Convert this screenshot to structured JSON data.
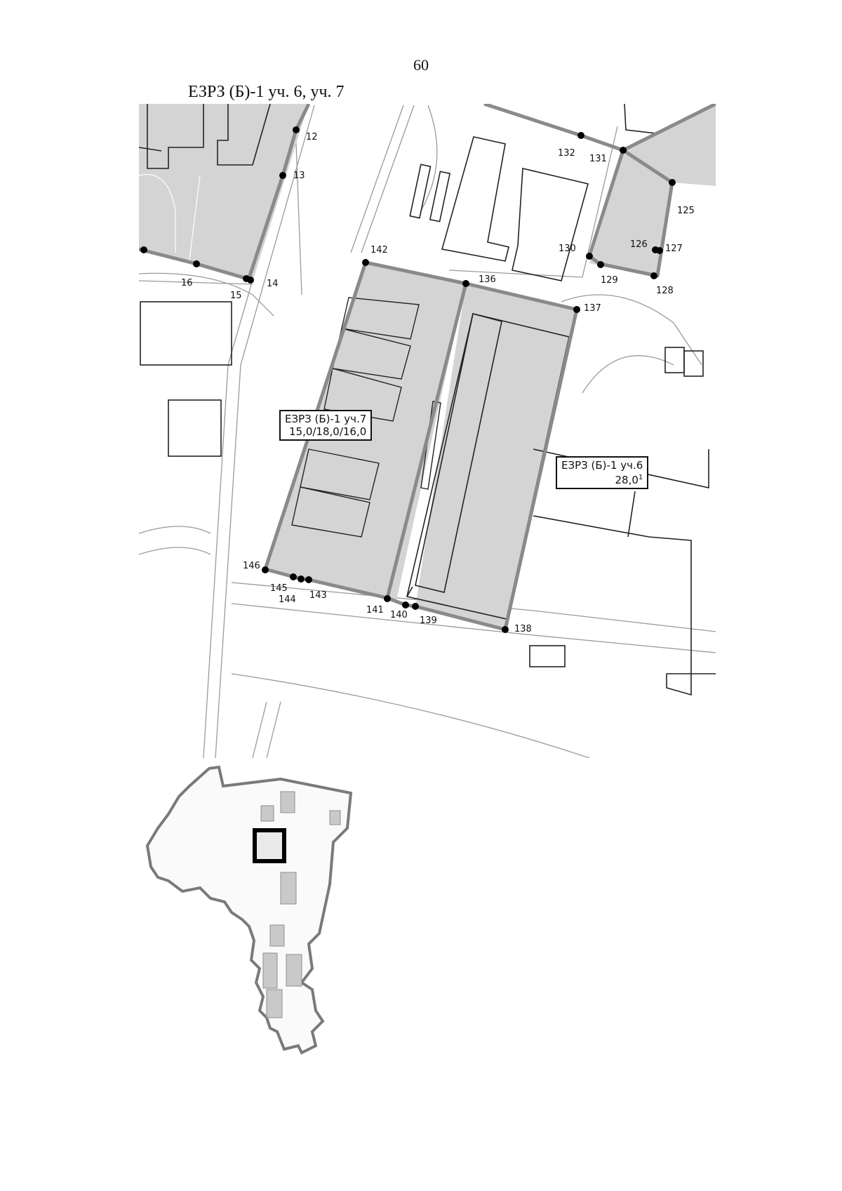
{
  "page_number": "60",
  "map_title": "ЕЗРЗ (Б)-1 уч. 6, уч. 7",
  "zones": [
    {
      "name": "ЕЗРЗ (Б)-1 уч.7",
      "heights": "15,0/18,0/16,0"
    },
    {
      "name": "ЕЗРЗ (Б)-1 уч.6",
      "heights": "28,0",
      "superscript": "1"
    }
  ],
  "boundary_points": [
    {
      "id": "12"
    },
    {
      "id": "13"
    },
    {
      "id": "14"
    },
    {
      "id": "15"
    },
    {
      "id": "16"
    },
    {
      "id": "125"
    },
    {
      "id": "126"
    },
    {
      "id": "127"
    },
    {
      "id": "128"
    },
    {
      "id": "129"
    },
    {
      "id": "130"
    },
    {
      "id": "131"
    },
    {
      "id": "132"
    },
    {
      "id": "136"
    },
    {
      "id": "137"
    },
    {
      "id": "138"
    },
    {
      "id": "139"
    },
    {
      "id": "140"
    },
    {
      "id": "141"
    },
    {
      "id": "142"
    },
    {
      "id": "143"
    },
    {
      "id": "144"
    },
    {
      "id": "145"
    },
    {
      "id": "146"
    }
  ],
  "colors": {
    "zone_fill": "#d4d4d4",
    "boundary": "#8a8a8a",
    "point": "#000000"
  }
}
